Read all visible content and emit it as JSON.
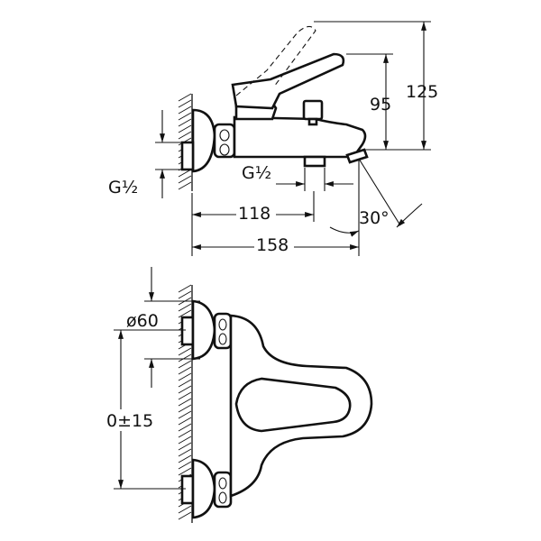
{
  "side_view": {
    "dim_height_total": "125",
    "dim_height_lever": "95",
    "dim_thread_left": "G½",
    "dim_thread_bottom": "G½",
    "dim_inlet_to_outlet": "118",
    "dim_overall_depth": "158",
    "dim_spout_angle": "30°"
  },
  "front_view": {
    "dim_flange_diameter": "ø60",
    "dim_center_distance": "0±15"
  },
  "colors": {
    "line": "#111111",
    "background": "#ffffff"
  }
}
